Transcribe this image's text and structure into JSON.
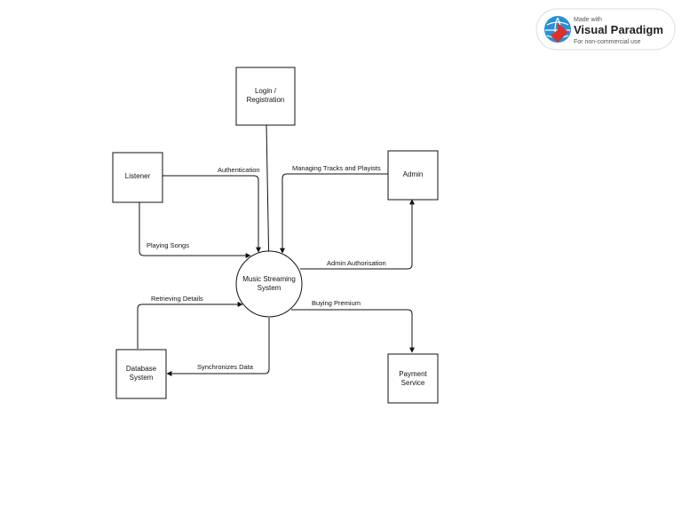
{
  "watermark": {
    "made_with": "Made with",
    "brand": "Visual Paradigm",
    "note": "For non-commercial use",
    "colors": {
      "globe": "#2a8fd6",
      "mark": "#d9322b"
    }
  },
  "diagram": {
    "center_process": {
      "line1": "Music Streaming",
      "line2": "System"
    },
    "entities": {
      "login": {
        "line1": "Login /",
        "line2": "Registration"
      },
      "listener": {
        "line1": "Listener"
      },
      "admin": {
        "line1": "Admin"
      },
      "database": {
        "line1": "Database",
        "line2": "System"
      },
      "payment": {
        "line1": "Payment",
        "line2": "Service"
      }
    },
    "flows": {
      "authentication": "Authentication",
      "managing_tracks": "Managing Tracks and Playists",
      "playing_songs": "Playing Songs",
      "admin_authorisation": "Admin Authorisation",
      "retrieving_details": "Retrieving Details",
      "buying_premium": "Buying Premium",
      "synchronizes_data": "Synchronizes Data"
    }
  }
}
